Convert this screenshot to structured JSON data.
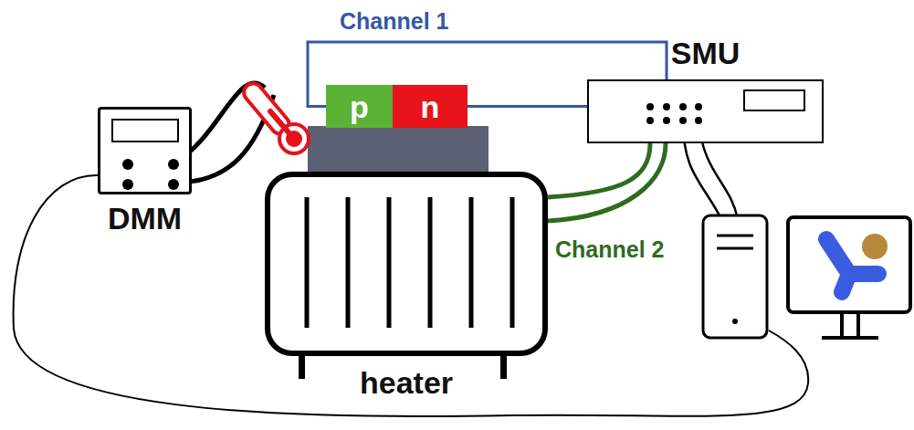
{
  "diagram": {
    "nodes": [
      {
        "text": [
          "p"
        ]
      },
      {
        "text": [
          "n"
        ]
      },
      {
        "text": [
          "SMU"
        ]
      },
      {
        "text": [
          "DMM"
        ]
      },
      {
        "text": [
          "heater"
        ]
      }
    ],
    "edges": [
      {
        "from": 0,
        "to": 2,
        "arrow": "none",
        "label": "Channel 1"
      },
      {
        "from": 1,
        "to": 2,
        "arrow": "none"
      },
      {
        "from": 4,
        "to": 2,
        "arrow": "none",
        "label": "Channel 2"
      }
    ]
  }
}
